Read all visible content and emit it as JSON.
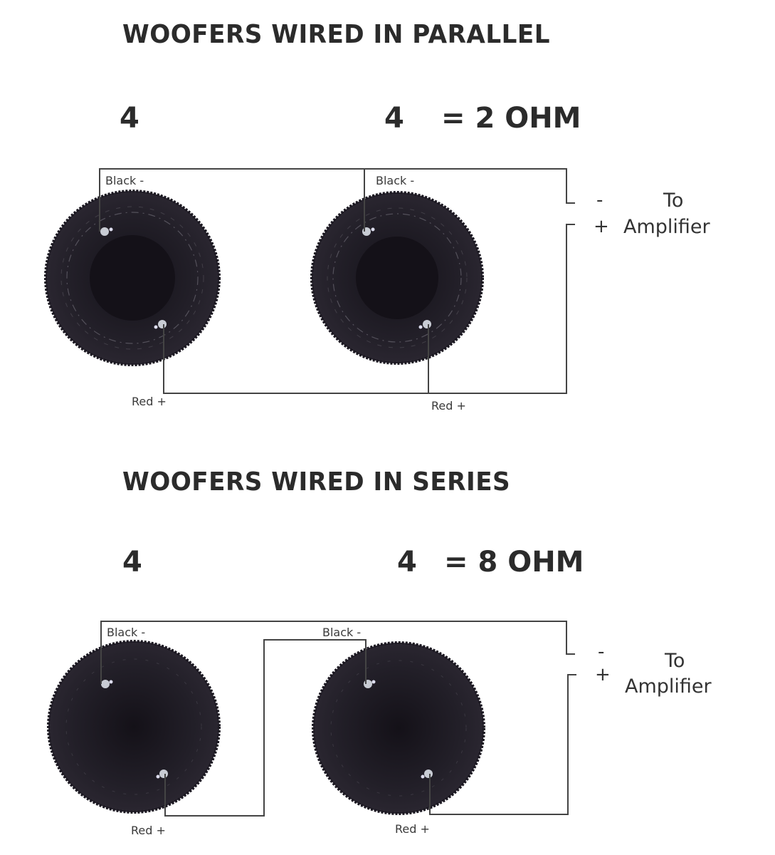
{
  "parallel": {
    "title": "WOOFERS WIRED IN PARALLEL",
    "woofer1_ohm": "4",
    "woofer2_ohm": "4",
    "result": "= 2 OHM",
    "woofer1_black": "Black -",
    "woofer2_black": "Black -",
    "woofer1_red": "Red +",
    "woofer2_red": "Red +",
    "neg": "-",
    "pos": "+",
    "amp_line1": "To",
    "amp_line2": "Amplifier"
  },
  "series": {
    "title": "WOOFERS WIRED IN SERIES",
    "woofer1_ohm": "4",
    "woofer2_ohm": "4",
    "result": "= 8 OHM",
    "woofer1_black": "Black -",
    "woofer2_black": "Black -",
    "woofer1_red": "Red +",
    "woofer2_red": "Red +",
    "neg": "-",
    "pos": "+",
    "amp_line1": "To",
    "amp_line2": "Amplifier"
  },
  "colors": {
    "wire": "#444444",
    "speaker": "#1f1c24",
    "text": "#2b2b2b"
  }
}
